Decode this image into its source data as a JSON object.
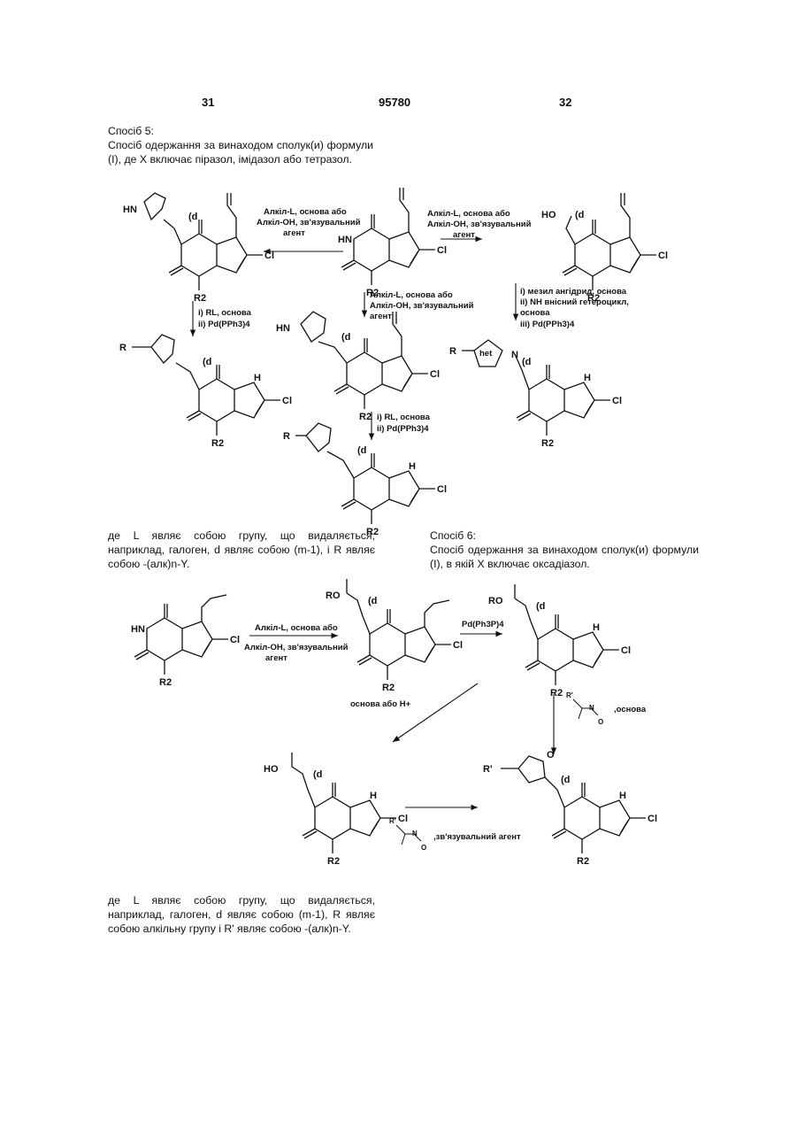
{
  "header": {
    "page_left": "31",
    "doc_number": "95780",
    "page_right": "32"
  },
  "method5": {
    "title": "Спосіб 5:",
    "text": "Спосіб одержання за винаходом сполук(и) формули (І), де X включає піразол, імідазол або тетразол."
  },
  "method5_note": "де L являє собою групу, що видаляється, наприклад, галоген, d являє собою (m-1), і R являє собою -(алк)n-Y.",
  "method6": {
    "title": "Спосіб 6:",
    "text": "Спосіб одержання за винаходом сполук(и) формули (І), в якій X включає оксадіазол."
  },
  "method6_note": "де L являє собою групу, що видаляється, наприклад, галоген, d являє собою (m-1), R являє собою алкільну групу і R' являє собою -(алк)n-Y.",
  "scheme5": {
    "reagent_left_1": "Алкіл-L, основа або",
    "reagent_left_2": "Алкіл-ОН, зв'язувальний",
    "reagent_left_3": "агент",
    "reagent_right_1": "Алкіл-L, основа або",
    "reagent_right_2": "Алкіл-ОН, зв'язувальний",
    "reagent_right_3": "агент",
    "reagent_down_1": "Алкіл-L, основа або",
    "reagent_down_2": "Алкіл-ОН, зв'язувальний",
    "reagent_down_3": "агент",
    "deprot_1": "i) RL, основа",
    "deprot_2": "ii) Pd(PPh3)4",
    "deprot_mid_1": "i) RL, основа",
    "deprot_mid_2": "ii) Pd(PPh3)4",
    "mesyl_1": "i) мезил ангідрид, основа",
    "mesyl_2": "ii) NH внісний гетероцикл,",
    "mesyl_3": "основа",
    "mesyl_4": "iii) Pd(PPh3)4",
    "het": "het"
  },
  "scheme6": {
    "reagent_1": "Алкіл-L, основа або",
    "reagent_2": "Алкіл-ОН, зв'язувальний",
    "reagent_3": "агент",
    "pd": "Pd(Ph3P)4",
    "acid": "основа або H+",
    "amidoxime_base": ",основа",
    "coupling": ",зв'язувальний агент"
  },
  "atoms": {
    "cl": "Cl",
    "r2": "R2",
    "hn": "HN",
    "n": "N",
    "o": "O",
    "h": "H",
    "r": "R",
    "ro": "RO",
    "ho": "HO",
    "d": "(d",
    "rp": "R'"
  }
}
